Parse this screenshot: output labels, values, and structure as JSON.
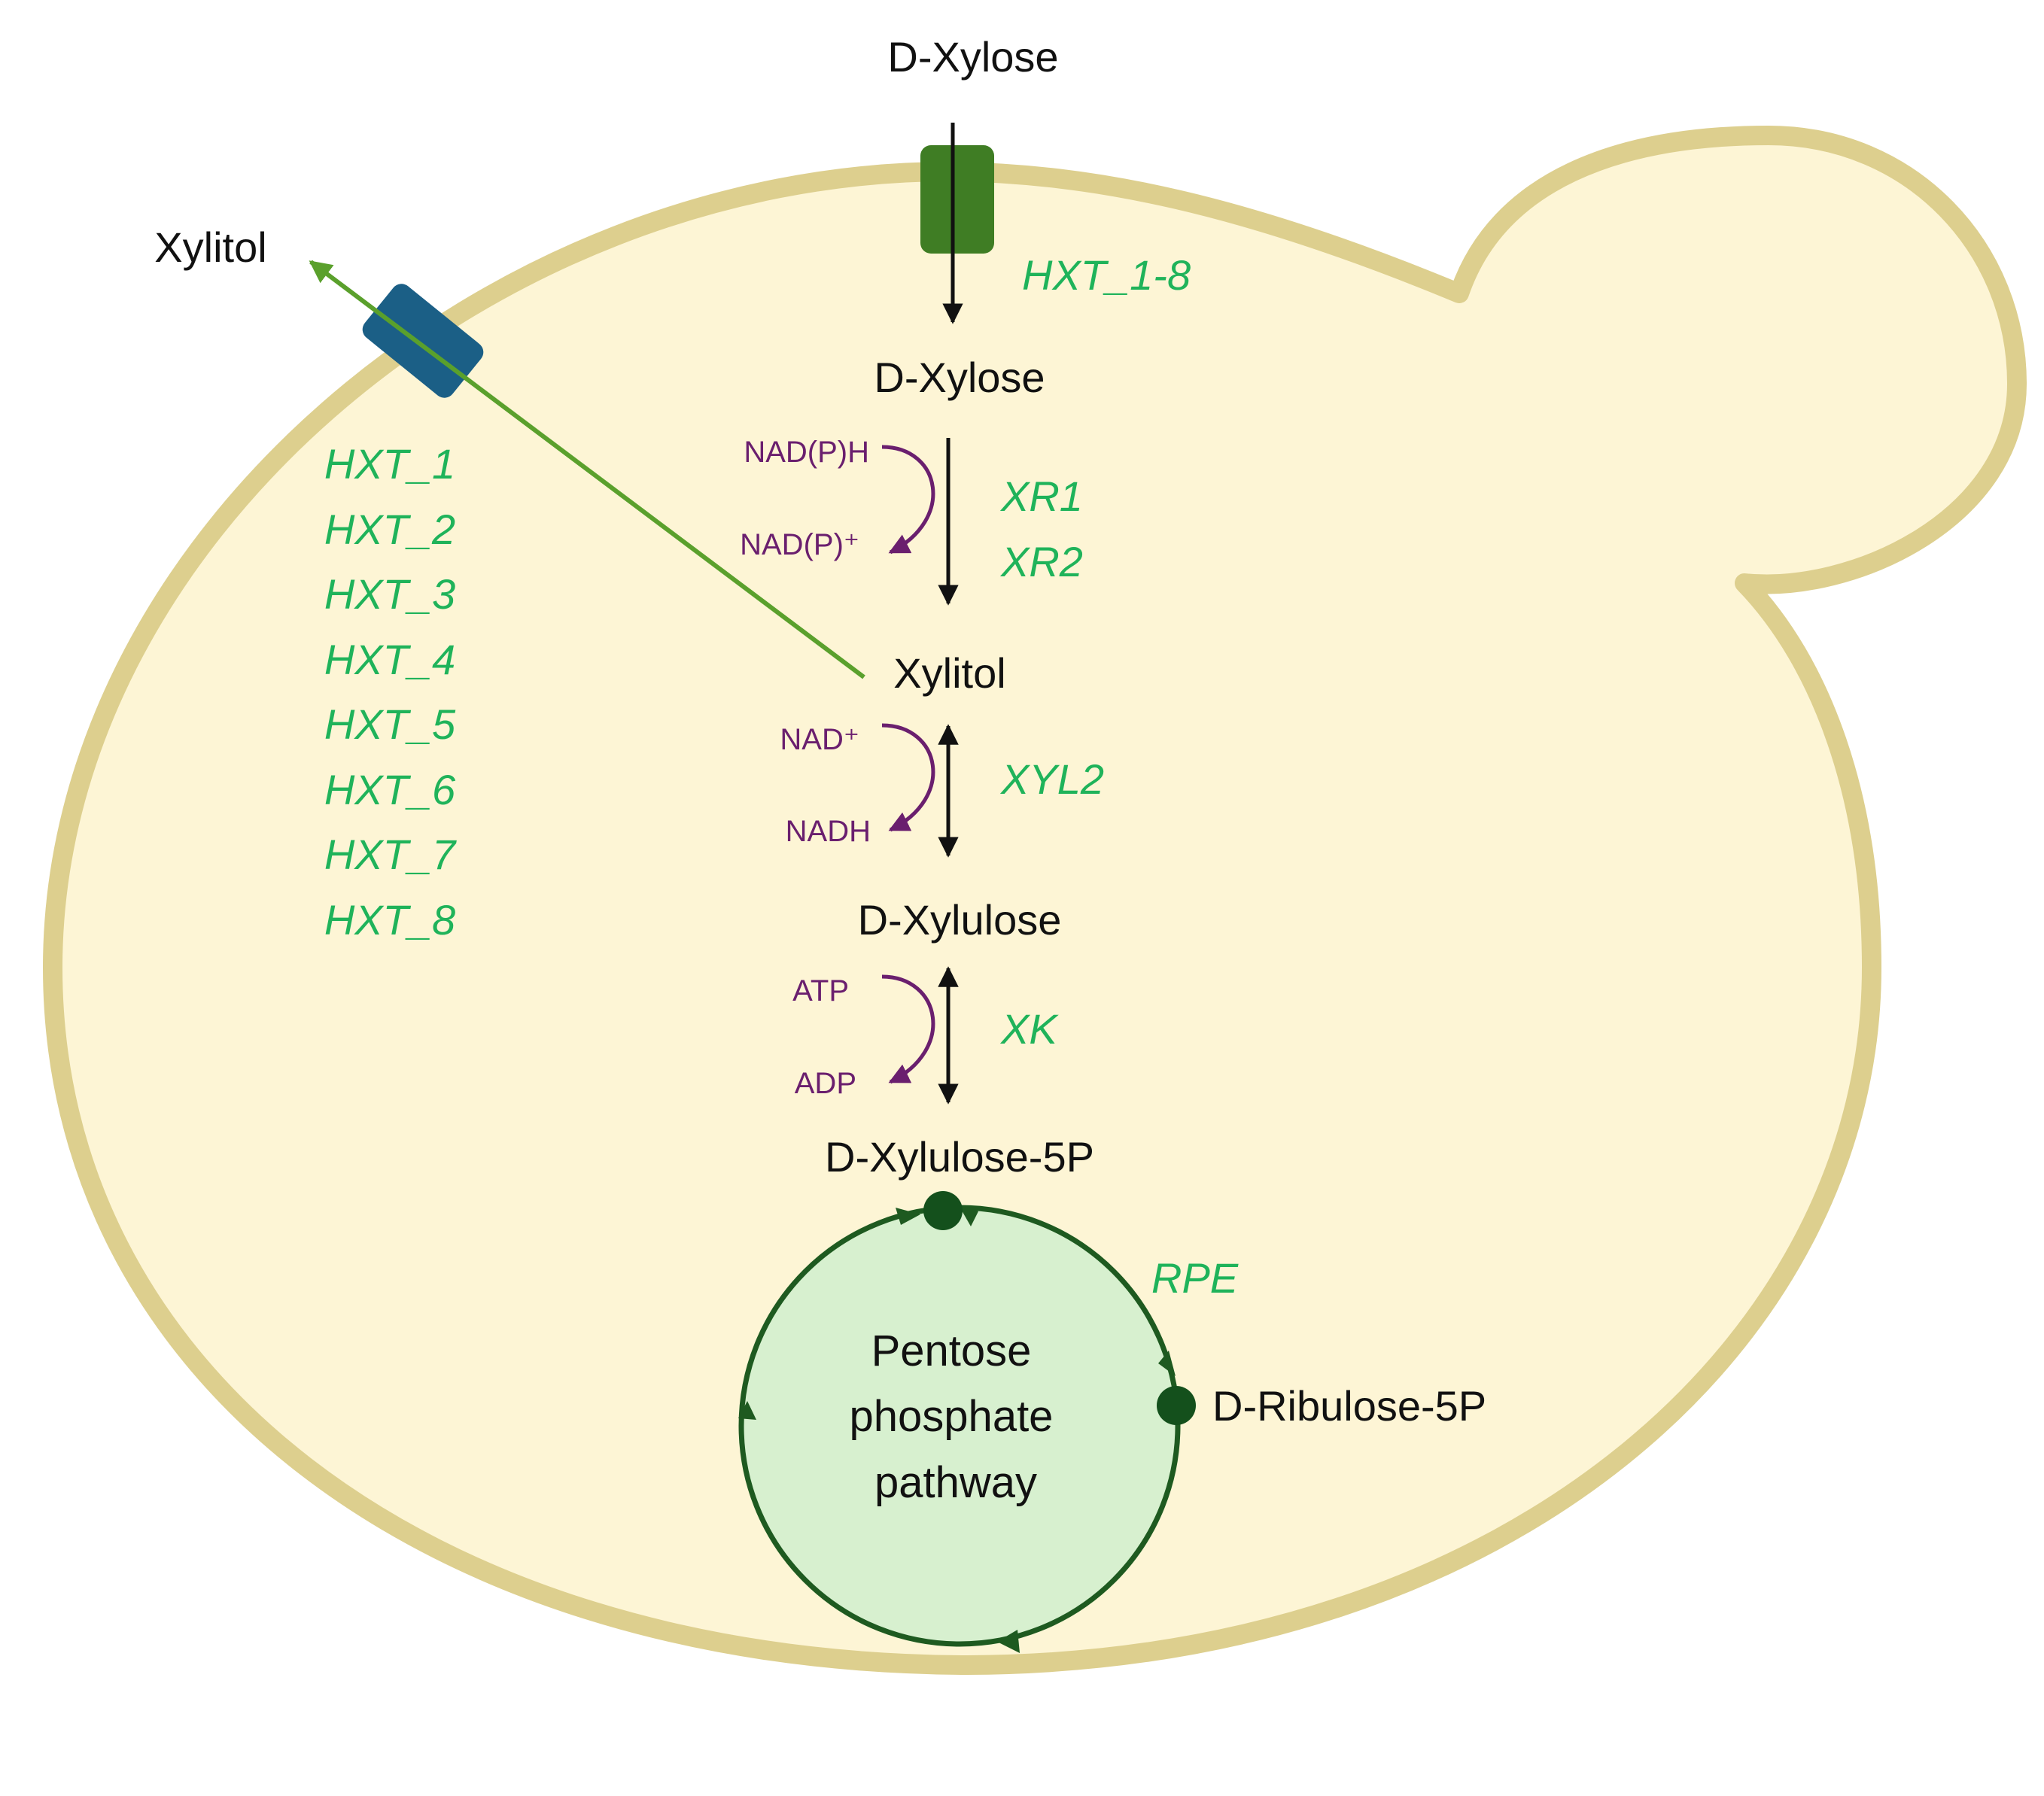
{
  "metabolites": {
    "xylose_ext": "D-Xylose",
    "xylitol_ext": "Xylitol",
    "xylose_int": "D-Xylose",
    "xylitol_int": "Xylitol",
    "xylulose": "D-Xylulose",
    "xylulose5p": "D-Xylulose-5P",
    "ribulose5p": "D-Ribulose-5P"
  },
  "genes": {
    "hxt_uptake": "HXT_1-8",
    "xr1": "XR1",
    "xr2": "XR2",
    "xyl2": "XYL2",
    "xk": "XK",
    "rpe": "RPE",
    "hxt_list": [
      "HXT_1",
      "HXT_2",
      "HXT_3",
      "HXT_4",
      "HXT_5",
      "HXT_6",
      "HXT_7",
      "HXT_8"
    ]
  },
  "cofactors": {
    "xr_in": "NAD(P)H",
    "xr_out": "NAD(P)⁺",
    "xyl2_in": "NAD⁺",
    "xyl2_out": "NADH",
    "xk_in": "ATP",
    "xk_out": "ADP"
  },
  "ppp": {
    "line1": "Pentose",
    "line2": "phosphate",
    "line3": "pathway"
  },
  "colors": {
    "cell_fill": "#fdf5d5",
    "cell_border": "#ddcf8e",
    "gene_text": "#1fb35a",
    "cofactor": "#6a1f6e",
    "uptake_transporter": "#3f7d24",
    "export_transporter": "#1b5f86",
    "export_arrow": "#5aa02c",
    "ppp_fill": "#d7f0cf",
    "ppp_stroke": "#1e5a20",
    "node_fill": "#14501c"
  }
}
